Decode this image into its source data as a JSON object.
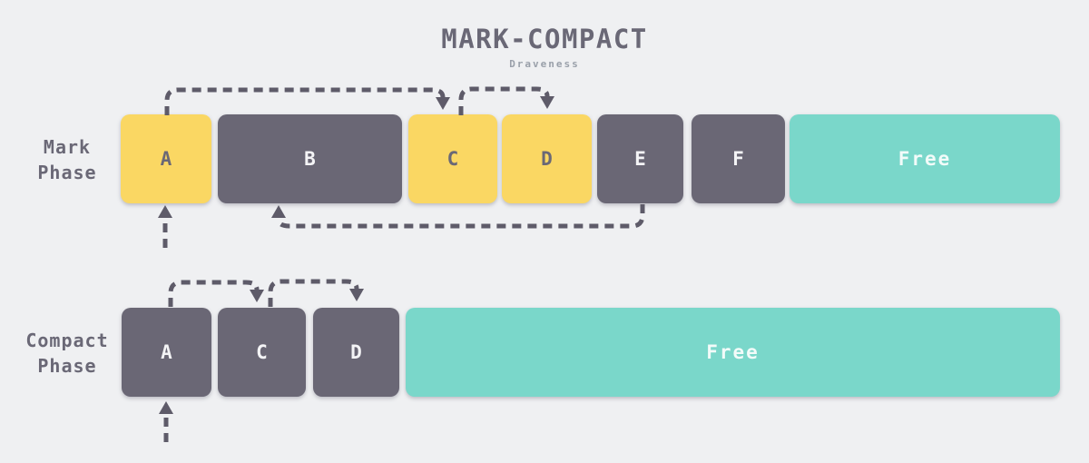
{
  "title": "MARK-COMPACT",
  "subtitle": "Draveness",
  "colors": {
    "background": "#EFF0F2",
    "block_marked": "#FAD763",
    "block_used": "#6A6775",
    "block_free": "#7AD7CA",
    "arrow": "#5E5B69",
    "text_dark": "#6A6876",
    "text_light": "#F4F4F6",
    "subtitle_text": "#9AA0AA"
  },
  "mark_phase": {
    "label_line1": "Mark",
    "label_line2": "Phase",
    "blocks": [
      {
        "label": "A",
        "state": "marked"
      },
      {
        "label": "B",
        "state": "used"
      },
      {
        "label": "C",
        "state": "marked"
      },
      {
        "label": "D",
        "state": "marked"
      },
      {
        "label": "E",
        "state": "used"
      },
      {
        "label": "F",
        "state": "used"
      },
      {
        "label": "Free",
        "state": "free"
      }
    ],
    "arrows": [
      {
        "from": "root",
        "to": "A"
      },
      {
        "from": "A",
        "to": "C"
      },
      {
        "from": "C",
        "to": "D"
      },
      {
        "from": "E",
        "to": "B"
      }
    ]
  },
  "compact_phase": {
    "label_line1": "Compact",
    "label_line2": "Phase",
    "blocks": [
      {
        "label": "A",
        "state": "used"
      },
      {
        "label": "C",
        "state": "used"
      },
      {
        "label": "D",
        "state": "used"
      },
      {
        "label": "Free",
        "state": "free"
      }
    ],
    "arrows": [
      {
        "from": "root",
        "to": "A"
      },
      {
        "from": "A",
        "to": "C"
      },
      {
        "from": "C",
        "to": "D"
      }
    ]
  }
}
